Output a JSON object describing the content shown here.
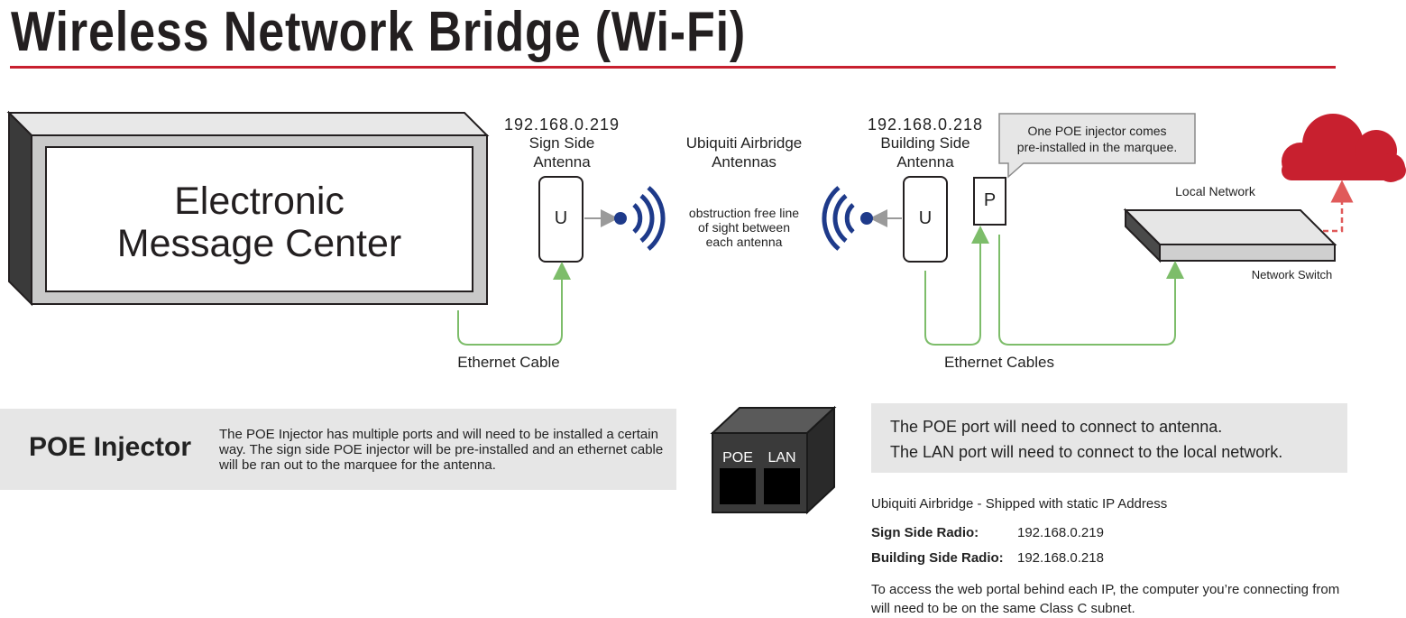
{
  "title": "Wireless Network Bridge (Wi-Fi)",
  "sign": {
    "line1": "Electronic",
    "line2": "Message Center"
  },
  "sign_antenna": {
    "ip": "192.168.0.219",
    "line1": "Sign Side",
    "line2": "Antenna",
    "letter": "U"
  },
  "center_label": {
    "line1": "Ubiquiti Airbridge",
    "line2": "Antennas"
  },
  "obstruction": {
    "line1": "obstruction free line",
    "line2": "of sight between",
    "line3": "each antenna"
  },
  "building_antenna": {
    "ip": "192.168.0.218",
    "line1": "Building Side",
    "line2": "Antenna",
    "letter": "U"
  },
  "poe_box_letter": "P",
  "callout": {
    "line1": "One POE injector comes",
    "line2": "pre-installed in the marquee."
  },
  "local_network": "Local Network",
  "network_switch": "Network Switch",
  "ethernet_cable": "Ethernet Cable",
  "ethernet_cables": "Ethernet Cables",
  "poe_injector": {
    "title": "POE Injector",
    "description": "The POE Injector has multiple ports and will need to be installed a certain way. The sign side POE injector will be pre-installed and an ethernet cable will be ran out to the marquee for the antenna.",
    "port1": "POE",
    "port2": "LAN"
  },
  "ports_info": {
    "line1": "The POE port will need to connect to antenna.",
    "line2": "The LAN port will need to connect to the local  network."
  },
  "shipped": {
    "title": "Ubiquiti Airbridge - Shipped with static IP Address",
    "sign_label": "Sign Side Radio:",
    "sign_ip": "192.168.0.219",
    "building_label": "Building Side Radio:",
    "building_ip": "192.168.0.218",
    "note": "To access the web portal behind each IP, the computer you’re connecting from will need to be on the same Class C subnet."
  },
  "colors": {
    "accent_red": "#c8202f",
    "cable_green": "#7dbd6a",
    "signal_blue": "#1e3a8a",
    "cloud_red": "#c8202f",
    "banner_gray": "#e6e6e6"
  }
}
